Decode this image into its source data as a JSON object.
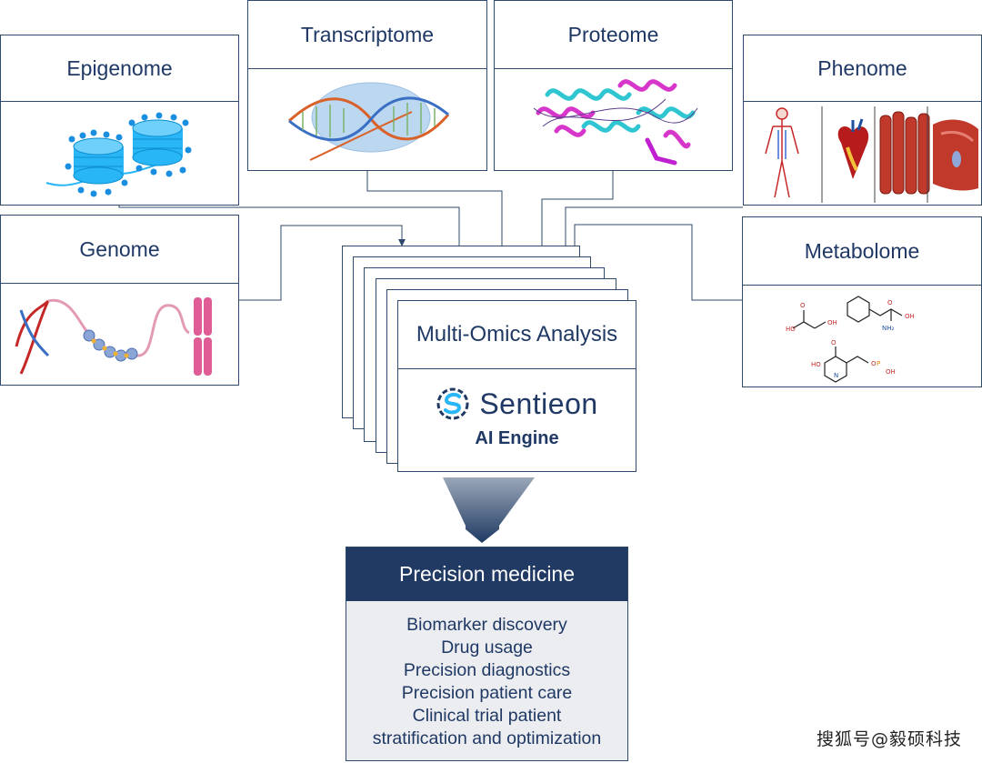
{
  "omics": {
    "epigenome": "Epigenome",
    "transcriptome": "Transcriptome",
    "proteome": "Proteome",
    "phenome": "Phenome",
    "genome": "Genome",
    "metabolome": "Metabolome"
  },
  "analysis": {
    "title": "Multi-Omics Analysis",
    "brand": "Sentieon",
    "subtitle": "AI Engine"
  },
  "precision": {
    "title": "Precision medicine",
    "items": [
      "Biomarker discovery",
      "Drug usage",
      "Precision diagnostics",
      "Precision patient care",
      "Clinical trial patient",
      "stratification and optimization"
    ]
  },
  "watermark": "搜狐号@毅硕科技",
  "colors": {
    "navy": "#203a63",
    "border": "#2f4a6d",
    "text": "#1f3864",
    "panel": "#ebedf0",
    "nucleosome": "#29b6f6",
    "arrow_gradient": [
      "#9aa7b8",
      "#203a63"
    ]
  }
}
